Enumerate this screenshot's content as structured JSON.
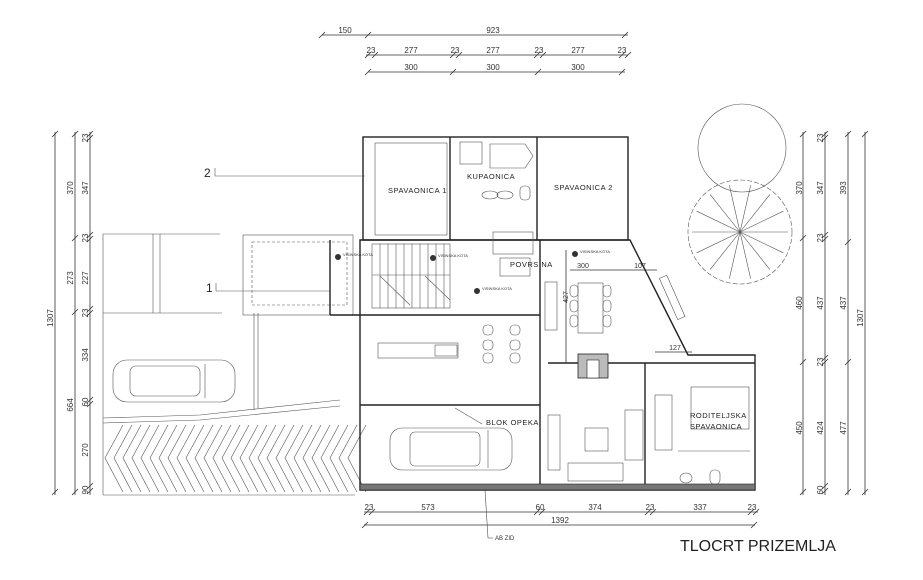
{
  "title": "TLOCRT PRIZEMLJA",
  "section_markers": [
    "1",
    "2"
  ],
  "rooms": {
    "bedroom1": "SPAVAONICA 1",
    "bathroom": "KUPAONICA",
    "bedroom2": "SPAVAONICA 2",
    "area": "POVRSINA",
    "master_line1": "RODITELJSKA",
    "master_line2": "SPAVAONICA"
  },
  "annotations": {
    "block_brick": "BLOK OPEKA",
    "rc_wall": "AB ZID",
    "level_mark": "VISINSKA KOTA"
  },
  "dimensions": {
    "top": {
      "row1": [
        "150",
        "923"
      ],
      "row2": [
        "23",
        "277",
        "23",
        "277",
        "23",
        "277",
        "23"
      ],
      "row3": [
        "300",
        "300",
        "300"
      ]
    },
    "left": {
      "total": "1307",
      "row2": [
        "370",
        "273",
        "664"
      ],
      "row3": [
        "23",
        "347",
        "23",
        "227",
        "23",
        "334",
        "60",
        "270",
        "90"
      ]
    },
    "right": {
      "row1": [
        "370",
        "460",
        "450"
      ],
      "row2": [
        "23",
        "347",
        "23",
        "437",
        "23",
        "424",
        "60"
      ],
      "row3": [
        "393",
        "437",
        "477"
      ],
      "total": "1307"
    },
    "bottom": {
      "row1": [
        "23",
        "573",
        "60",
        "374",
        "23",
        "337",
        "23"
      ],
      "total": "1392"
    },
    "interior": [
      "300",
      "107",
      "427",
      "127"
    ]
  }
}
